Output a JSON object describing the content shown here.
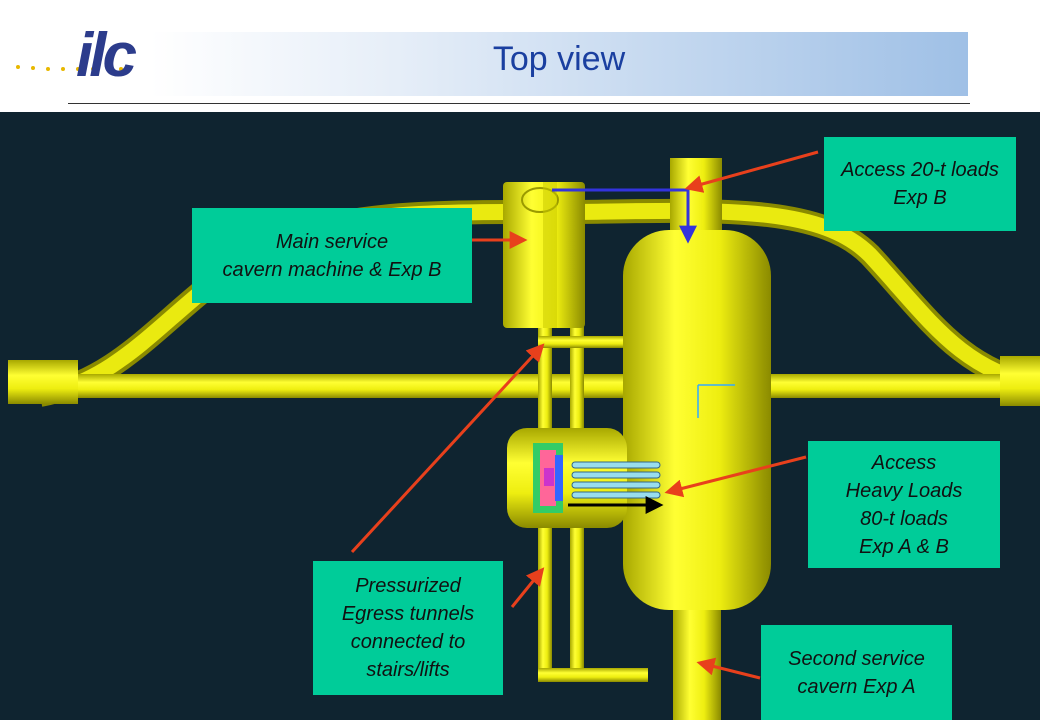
{
  "title": "Top view",
  "logo": "ilc",
  "callouts": {
    "main_service": "Main service\ncavern machine & Exp B",
    "access_20t": "Access 20-t loads\nExp B",
    "access_heavy": "Access\nHeavy Loads\n80-t loads\nExp A & B",
    "egress": "Pressurized\nEgress tunnels\nconnected to\nstairs/lifts",
    "second_service": "Second service\ncavern Exp A"
  },
  "colors": {
    "background": "#0f2430",
    "tunnel": "#e6e600",
    "callout": "#00cc99",
    "arrow": "#e8401c",
    "title": "#1a3fa0"
  }
}
